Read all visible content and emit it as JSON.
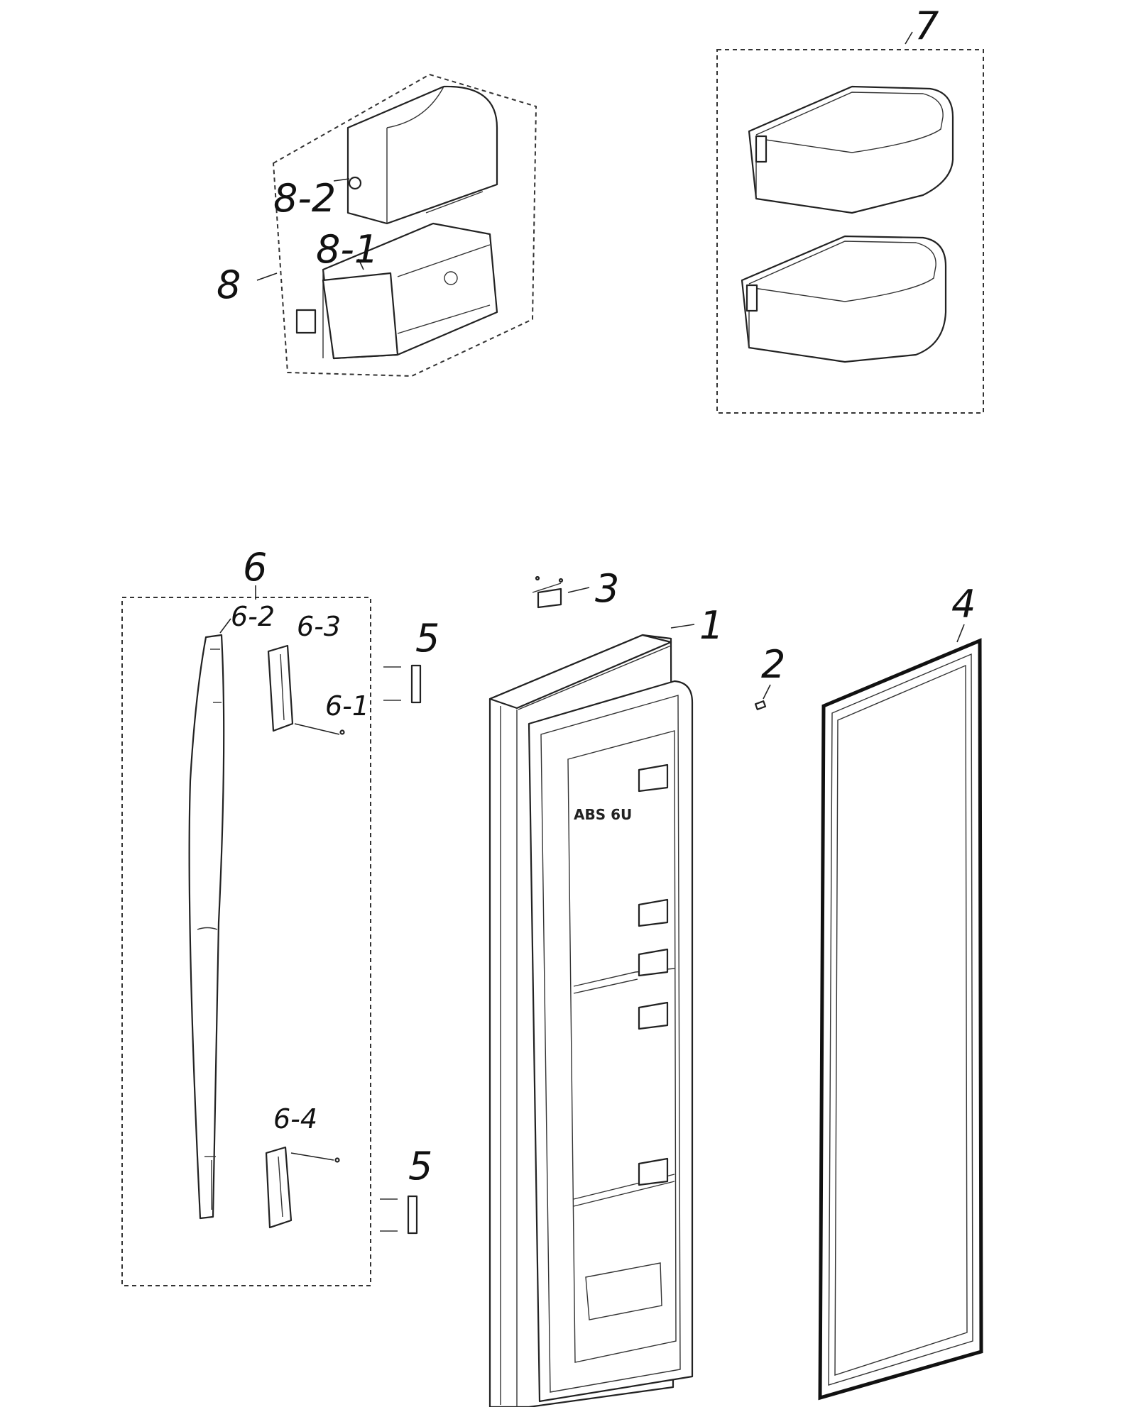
{
  "labels": {
    "p1": "1",
    "p2": "2",
    "p3": "3",
    "p4": "4",
    "p5a": "5",
    "p5b": "5",
    "p6": "6",
    "p6_1": "6-1",
    "p6_2": "6-2",
    "p6_3": "6-3",
    "p6_4": "6-4",
    "p7": "7",
    "p8": "8",
    "p8_1": "8-1",
    "p8_2": "8-2"
  },
  "door_stamp": "ABS 6U",
  "colors": {
    "line": "#222222",
    "background": "#ffffff"
  }
}
